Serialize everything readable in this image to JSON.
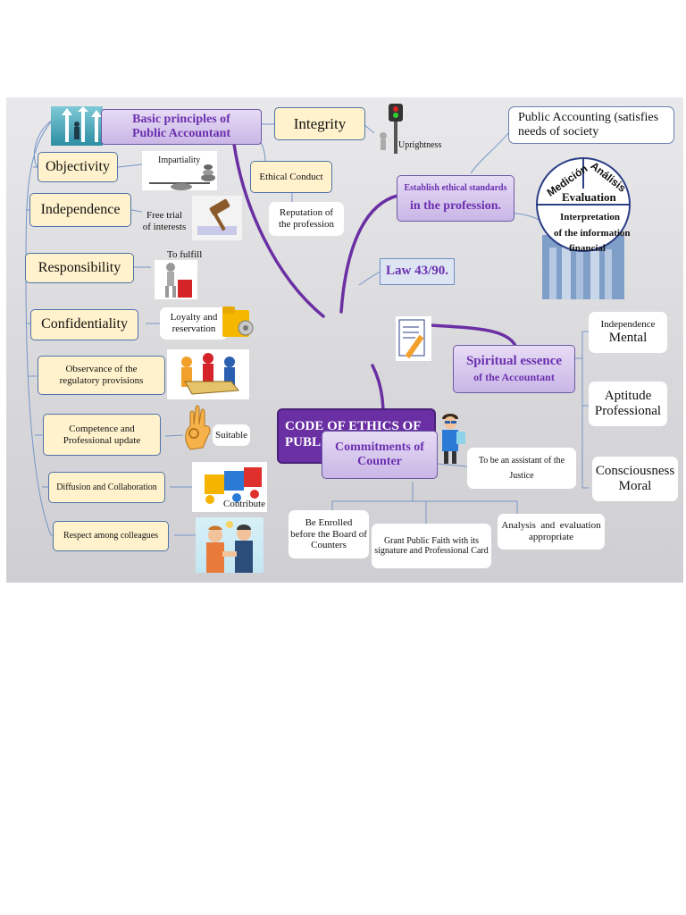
{
  "center": {
    "line1": "CODE OF ETHICS OF",
    "line2": "PUBLIC ACCOUNTANT"
  },
  "basic_principles": {
    "line1": "Basic principles of",
    "line2": "Public Accountant"
  },
  "principles": [
    {
      "label": "Objectivity",
      "detail": "Impartiality"
    },
    {
      "label": "Independence",
      "detail_line1": "Free trial",
      "detail_line2": "of interests"
    },
    {
      "label": "Responsibility",
      "detail": "To fulfill"
    },
    {
      "label": "Confidentiality",
      "detail_line1": "Loyalty and",
      "detail_line2": "reservation"
    },
    {
      "label_line1": "Observance of the",
      "label_line2": "regulatory provisions"
    },
    {
      "label_line1": "Competence and",
      "label_line2": "Professional update",
      "detail": "Suitable"
    },
    {
      "label": "Diffusion and Collaboration",
      "detail": "Contribute"
    },
    {
      "label": "Respect among colleagues"
    }
  ],
  "integrity": {
    "label": "Integrity",
    "detail": "Uprightness"
  },
  "ethical_conduct": {
    "label": "Ethical Conduct",
    "detail_line1": "Reputation of",
    "detail_line2": "the profession"
  },
  "standards": {
    "line1": "Establish ethical standards",
    "line2": "in the profession."
  },
  "public_accounting": {
    "line1": "Public Accounting (satisfies",
    "line2": "needs of society"
  },
  "evaluation": {
    "medicion": "Medición",
    "analisis": "Análisis",
    "evaluation": "Evaluation",
    "interp1": "Interpretation",
    "interp2": "of the information",
    "interp3": "financial"
  },
  "law": "Law 43/90.",
  "spiritual": {
    "line1": "Spiritual essence",
    "line2": "of the Accountant"
  },
  "spiritual_items": [
    {
      "line1": "Independence",
      "line2": "Mental"
    },
    {
      "line1": "Aptitude",
      "line2": "Professional"
    },
    {
      "line1": "Consciousness",
      "line2": "Moral"
    }
  ],
  "commitments": {
    "line1": "Commitments of",
    "line2": "Counter"
  },
  "commitment_items": [
    {
      "line1": "To be an assistant of the",
      "line2": "Justice"
    },
    {
      "line1": "Be Enrolled",
      "line2": "before the Board of",
      "line3": "Counters"
    },
    {
      "line1": "Grant Public Faith with its",
      "line2": "signature and Professional Card"
    },
    {
      "line1": "Analysis  and  evaluation",
      "line2": "appropriate"
    }
  ],
  "colors": {
    "purple_dark": "#6a2fa3",
    "purple_light": "#c9b6e6",
    "yellow": "#fff2cc",
    "line_blue": "#6d8fc2"
  }
}
